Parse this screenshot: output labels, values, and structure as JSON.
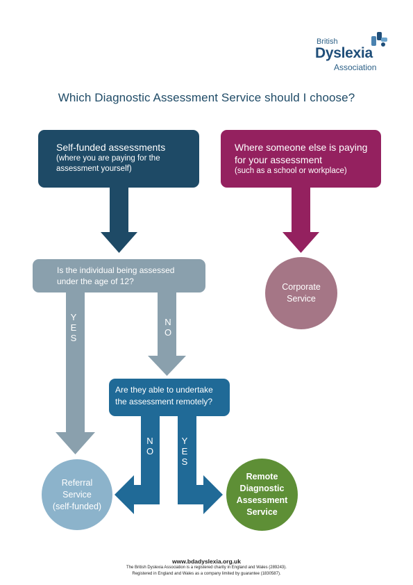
{
  "logo": {
    "line1": "British",
    "line2": "Dyslexia",
    "line3": "Association"
  },
  "title": "Which Diagnostic Assessment Service should I choose?",
  "nodes": {
    "self_funded": {
      "title": "Self-funded assessments",
      "sub": "(where you are paying for the assessment yourself)"
    },
    "someone_else": {
      "title": "Where someone else is paying for your assessment",
      "sub": "(such as a school or workplace)"
    },
    "age_question": {
      "line1": "Is the individual being assessed",
      "line2": "under the age of 12?"
    },
    "remote_question": {
      "line1": "Are they able to undertake",
      "line2": "the assessment remotely?"
    },
    "corporate": {
      "line1": "Corporate",
      "line2": "Service"
    },
    "referral": {
      "line1": "Referral",
      "line2": "Service",
      "line3": "(self-funded)"
    },
    "remote": {
      "line1": "Remote",
      "line2": "Diagnostic",
      "line3": "Assessment",
      "line4": "Service"
    }
  },
  "edge_labels": {
    "yes": "YES",
    "no": "NO"
  },
  "footer": {
    "url": "www.bdadyslexia.org.uk",
    "line1": "The British Dyslexia Association is a registered charity in England and Wales (289243).",
    "line2": "Registered in England and Wales as a company limited by guarantee (1830587)."
  },
  "colors": {
    "navy": "#1e4a66",
    "magenta": "#94215f",
    "grey_blue": "#8aa0ad",
    "mid_blue": "#206a97",
    "mauve": "#a57686",
    "light_blue": "#8cb3cb",
    "green": "#5e8f36"
  }
}
